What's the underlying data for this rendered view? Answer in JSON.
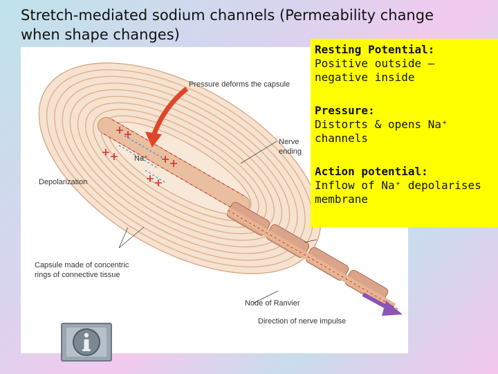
{
  "slide": {
    "title": "Stretch-mediated sodium channels (Permeability change\nwhen shape changes)"
  },
  "callout": {
    "sections": [
      {
        "heading": "Resting Potential:",
        "body": "Positive outside – negative inside"
      },
      {
        "heading": "Pressure:",
        "body": "Distorts & opens Na⁺ channels"
      },
      {
        "heading": "Action potential:",
        "body": "Inflow of Na⁺ depolarises membrane"
      }
    ]
  },
  "diagram": {
    "labels": {
      "pressure": "Pressure deforms the capsule",
      "nerve_ending_line1": "Nerve",
      "nerve_ending_line2": "ending",
      "sodium": "Na⁺",
      "depolarization": "Depolarization",
      "capsule_line1": "Capsule made of concentric",
      "capsule_line2": "rings of connective tissue",
      "node": "Node of Ranvier",
      "direction": "Direction of nerve impulse"
    },
    "colors": {
      "capsule_fill": "#f3dcc6",
      "capsule_ring": "#d9a886",
      "axon_fill": "#e6b694",
      "myelin_fill": "#dba48a",
      "charge_red": "#d42a2a",
      "pressure_arrow": "#e0452a",
      "impulse_arrow": "#8a55b5",
      "channel_dash": "#3d8fc0"
    }
  },
  "info_button": {
    "icon": "info-icon"
  }
}
